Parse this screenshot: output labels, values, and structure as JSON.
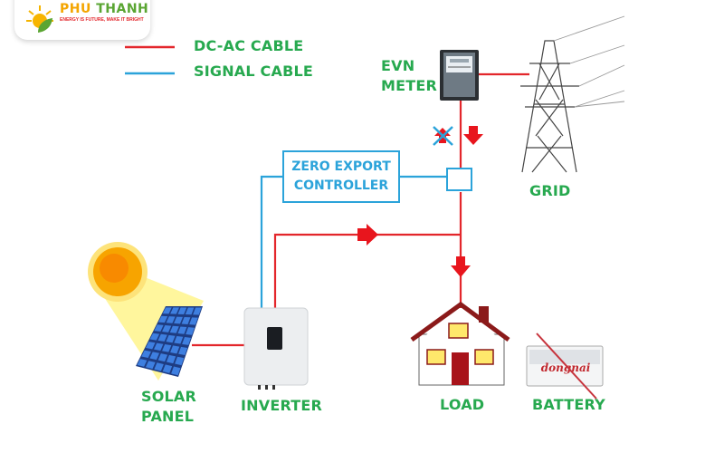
{
  "logo": {
    "name_part1": "PHU",
    "name_part2": "THANH",
    "tagline": "ENERGY IS FUTURE, MAKE IT BRIGHT"
  },
  "legend": [
    {
      "label": "DC-AC CABLE",
      "color": "#e3262b"
    },
    {
      "label": "SIGNAL CABLE",
      "color": "#2ba3da"
    }
  ],
  "components": {
    "meter": {
      "line1": "EVN",
      "line2": "METER"
    },
    "controller": {
      "line1": "ZERO EXPORT",
      "line2": "CONTROLLER"
    },
    "grid": {
      "label": "GRID"
    },
    "solar": {
      "line1": "SOLAR",
      "line2": "PANEL"
    },
    "inverter": {
      "label": "INVERTER"
    },
    "load": {
      "label": "LOAD"
    },
    "battery": {
      "label": "BATTERY",
      "brand": "dongnai"
    }
  },
  "colors": {
    "label_green": "#27a94f",
    "dc_ac": "#e3262b",
    "signal": "#2ba3da",
    "arrow": "#e8151d"
  }
}
